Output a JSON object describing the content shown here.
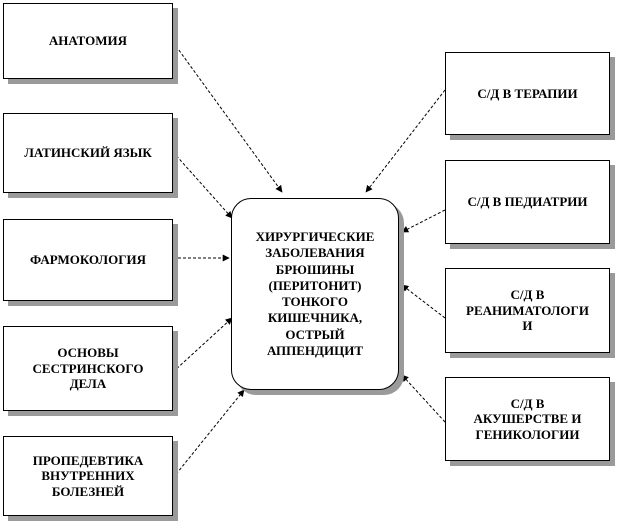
{
  "center": "ХИРУРГИЧЕСКИЕ\nЗАБОЛЕВАНИЯ\nБРЮШИНЫ\n(ПЕРИТОНИТ)\nТОНКОГО\nКИШЕЧНИКА,\nОСТРЫЙ\nАППЕНДИЦИТ",
  "left_boxes": [
    "АНАТОМИЯ",
    "ЛАТИНСКИЙ  ЯЗЫК",
    "ФАРМОКОЛОГИЯ",
    "ОСНОВЫ\nСЕСТРИНСКОГО\nДЕЛА",
    "ПРОПЕДЕВТИКА\nВНУТРЕННИХ\nБОЛЕЗНЕЙ"
  ],
  "right_boxes": [
    "С/Д В ТЕРАПИИ",
    "С/Д В ПЕДИАТРИИ",
    "С/Д В\nРЕАНИМАТОЛОГИ\nИ",
    "С/Д В\nАКУШЕРСТВЕ  И\nГЕНИКОЛОГИИ"
  ]
}
